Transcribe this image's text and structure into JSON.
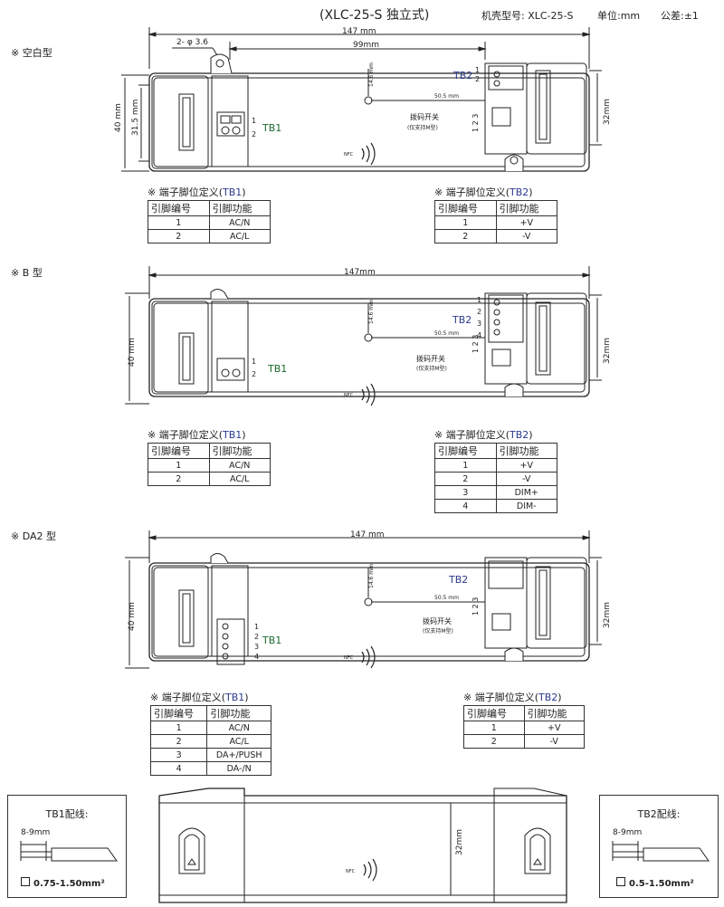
{
  "header": {
    "title": "(XLC-25-S 独立式)",
    "model": "机壳型号: XLC-25-S",
    "unit": "单位:mm",
    "tolerance": "公差:±1"
  },
  "sections": [
    {
      "label": "※  空白型",
      "dims": {
        "length": "147 mm",
        "inner": "99mm",
        "hole": "2- φ 3.6",
        "height": "40 mm",
        "height_inner": "31.5 mm",
        "pcb": "32mm",
        "v_offset": "14.6 mm",
        "h_offset": "50.5 mm"
      },
      "tb1_label": "TB1",
      "tb1_pins": [
        "1",
        "2"
      ],
      "tb2_label": "TB2",
      "tb2_pins": [
        "1",
        "2"
      ],
      "dip_label": "拨码开关",
      "dip_note": "(仅支持M型)",
      "dip_nums": "1 2 3",
      "nfc": "NFC",
      "table1": {
        "caption_pre": "※ 端子脚位定义(",
        "caption_tb": "TB1",
        "caption_post": ")",
        "h1": "引脚编号",
        "h2": "引脚功能",
        "rows": [
          [
            "1",
            "AC/N"
          ],
          [
            "2",
            "AC/L"
          ]
        ]
      },
      "table2": {
        "caption_pre": "※ 端子脚位定义(",
        "caption_tb": "TB2",
        "caption_post": ")",
        "h1": "引脚编号",
        "h2": "引脚功能",
        "rows": [
          [
            "1",
            "+V"
          ],
          [
            "2",
            "-V"
          ]
        ]
      }
    },
    {
      "label": "※  B 型",
      "dims": {
        "length": "147mm",
        "height": "40 mm",
        "pcb": "32mm",
        "v_offset": "14.6 mm",
        "h_offset": "50.5 mm"
      },
      "tb1_label": "TB1",
      "tb1_pins": [
        "1",
        "2"
      ],
      "tb2_label": "TB2",
      "tb2_pins": [
        "1",
        "2",
        "3",
        "4"
      ],
      "dip_label": "拨码开关",
      "dip_note": "(仅支持M型)",
      "dip_nums": "1 2 3",
      "nfc": "NFC",
      "table1": {
        "caption_pre": "※ 端子脚位定义(",
        "caption_tb": "TB1",
        "caption_post": ")",
        "h1": "引脚编号",
        "h2": "引脚功能",
        "rows": [
          [
            "1",
            "AC/N"
          ],
          [
            "2",
            "AC/L"
          ]
        ]
      },
      "table2": {
        "caption_pre": "※ 端子脚位定义(",
        "caption_tb": "TB2",
        "caption_post": ")",
        "h1": "引脚编号",
        "h2": "引脚功能",
        "rows": [
          [
            "1",
            "+V"
          ],
          [
            "2",
            "-V"
          ],
          [
            "3",
            "DIM+"
          ],
          [
            "4",
            "DIM-"
          ]
        ]
      }
    },
    {
      "label": "※  DA2 型",
      "dims": {
        "length": "147 mm",
        "height": "40 mm",
        "pcb": "32mm",
        "v_offset": "14.6 mm",
        "h_offset": "50.5 mm"
      },
      "tb1_label": "TB1",
      "tb1_pins": [
        "1",
        "2",
        "3",
        "4"
      ],
      "tb2_label": "TB2",
      "tb2_pins": [],
      "dip_label": "拨码开关",
      "dip_note": "(仅支持M型)",
      "dip_nums": "1 2 3",
      "nfc": "NFC",
      "table1": {
        "caption_pre": "※ 端子脚位定义(",
        "caption_tb": "TB1",
        "caption_post": ")",
        "h1": "引脚编号",
        "h2": "引脚功能",
        "rows": [
          [
            "1",
            "AC/N"
          ],
          [
            "2",
            "AC/L"
          ],
          [
            "3",
            "DA+/PUSH"
          ],
          [
            "4",
            "DA-/N"
          ]
        ]
      },
      "table2": {
        "caption_pre": "※ 端子脚位定义(",
        "caption_tb": "TB2",
        "caption_post": ")",
        "h1": "引脚编号",
        "h2": "引脚功能",
        "rows": [
          [
            "1",
            "+V"
          ],
          [
            "2",
            "-V"
          ]
        ]
      }
    }
  ],
  "bottom": {
    "wire1_title": "TB1配线:",
    "wire1_strip": "8-9mm",
    "wire1_spec": "0.75-1.50mm²",
    "wire2_title": "TB2配线:",
    "wire2_strip": "8-9mm",
    "wire2_spec": "0.5-1.50mm²",
    "side_height": "32mm",
    "nfc": "NFC"
  }
}
